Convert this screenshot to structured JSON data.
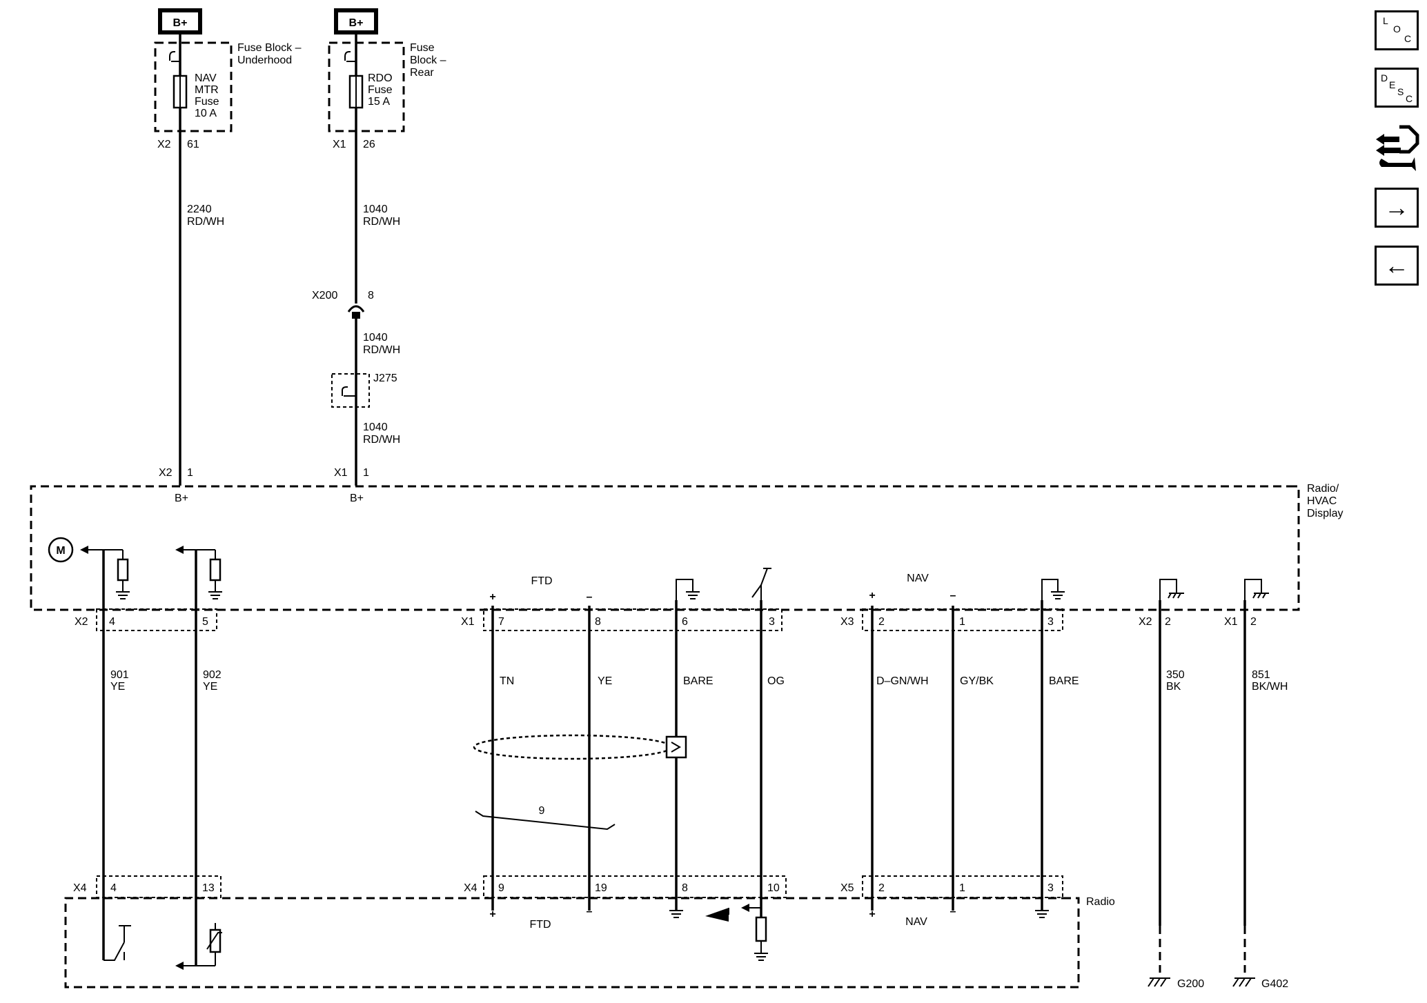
{
  "power": {
    "label": "B+",
    "left": {
      "block": [
        "Fuse Block –",
        "Underhood"
      ],
      "fuse": [
        "NAV",
        "MTR",
        "Fuse",
        "10 A"
      ],
      "conn_top": "X2",
      "pin_top": "61",
      "wire": [
        "2240",
        "RD/WH"
      ],
      "conn_bot": "X2",
      "pin_bot": "1",
      "term": "B+"
    },
    "right": {
      "block": [
        "Fuse",
        "Block –",
        "Rear"
      ],
      "fuse": [
        "RDO",
        "Fuse",
        "15 A"
      ],
      "conn_top": "X1",
      "pin_top": "26",
      "wire1": [
        "1040",
        "RD/WH"
      ],
      "inline_conn": "X200",
      "inline_pin": "8",
      "wire2": [
        "1040",
        "RD/WH"
      ],
      "splice": "J275",
      "wire3": [
        "1040",
        "RD/WH"
      ],
      "conn_bot": "X1",
      "pin_bot": "1",
      "term": "B+"
    }
  },
  "modules": {
    "display": [
      "Radio/",
      "HVAC",
      "Display"
    ],
    "radio": "Radio"
  },
  "groups": {
    "ftd": "FTD",
    "nav": "NAV",
    "plus": "+",
    "minus": "–",
    "twist": "9",
    "motor": "M"
  },
  "connectors": {
    "x2": "X2",
    "x1": "X1",
    "x3": "X3",
    "x4": "X4",
    "x5": "X5"
  },
  "pins_top": [
    "4",
    "5",
    "7",
    "8",
    "6",
    "3",
    "2",
    "1",
    "3",
    "2",
    "2"
  ],
  "pins_bot": [
    "4",
    "13",
    "9",
    "19",
    "8",
    "10",
    "2",
    "1",
    "3"
  ],
  "wires": [
    [
      "901",
      "YE"
    ],
    [
      "902",
      "YE"
    ],
    [
      "TN"
    ],
    [
      "YE"
    ],
    [
      "BARE"
    ],
    [
      "OG"
    ],
    [
      "D–GN/WH"
    ],
    [
      "GY/BK"
    ],
    [
      "BARE"
    ],
    [
      "350",
      "BK"
    ],
    [
      "851",
      "BK/WH"
    ]
  ],
  "grounds": [
    "G200",
    "G402"
  ],
  "sidebar": {
    "loc": [
      "L",
      "O",
      "C"
    ],
    "desc": [
      "D",
      "E",
      "S",
      "C"
    ],
    "next_arrow": "→",
    "prev_arrow": "←"
  }
}
